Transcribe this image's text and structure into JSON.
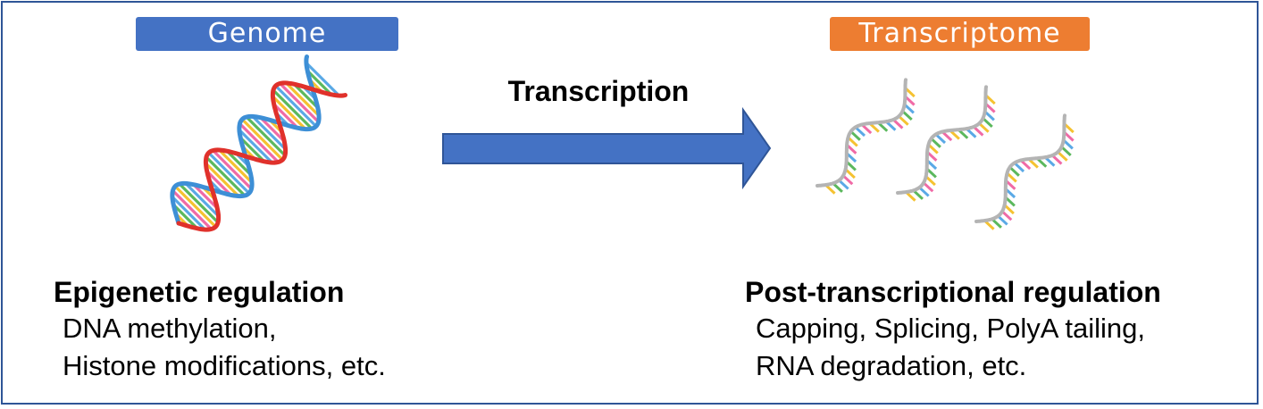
{
  "labels": {
    "genome": "Genome",
    "transcriptome": "Transcriptome",
    "process": "Transcription"
  },
  "left": {
    "heading": "Epigenetic regulation",
    "lines": [
      "DNA methylation,",
      "Histone modifications, etc."
    ]
  },
  "right": {
    "heading": "Post-transcriptional regulation",
    "lines": [
      "Capping, Splicing, PolyA tailing,",
      "RNA degradation, etc."
    ]
  },
  "colors": {
    "border": "#2f5597",
    "genome_badge": "#4472c4",
    "transcriptome_badge": "#ed7d31",
    "arrow_fill": "#4472c4",
    "arrow_stroke": "#2f5597",
    "dna_backbone_1": "#e0312b",
    "dna_backbone_2": "#3d8fd6",
    "rna_backbone": "#b4b4b4",
    "bases": [
      "#f06aa6",
      "#f5c231",
      "#5bb85d",
      "#5aa9e6"
    ]
  },
  "icons": {
    "dna": "dna-double-helix-icon",
    "rna": "rna-strand-icon"
  }
}
